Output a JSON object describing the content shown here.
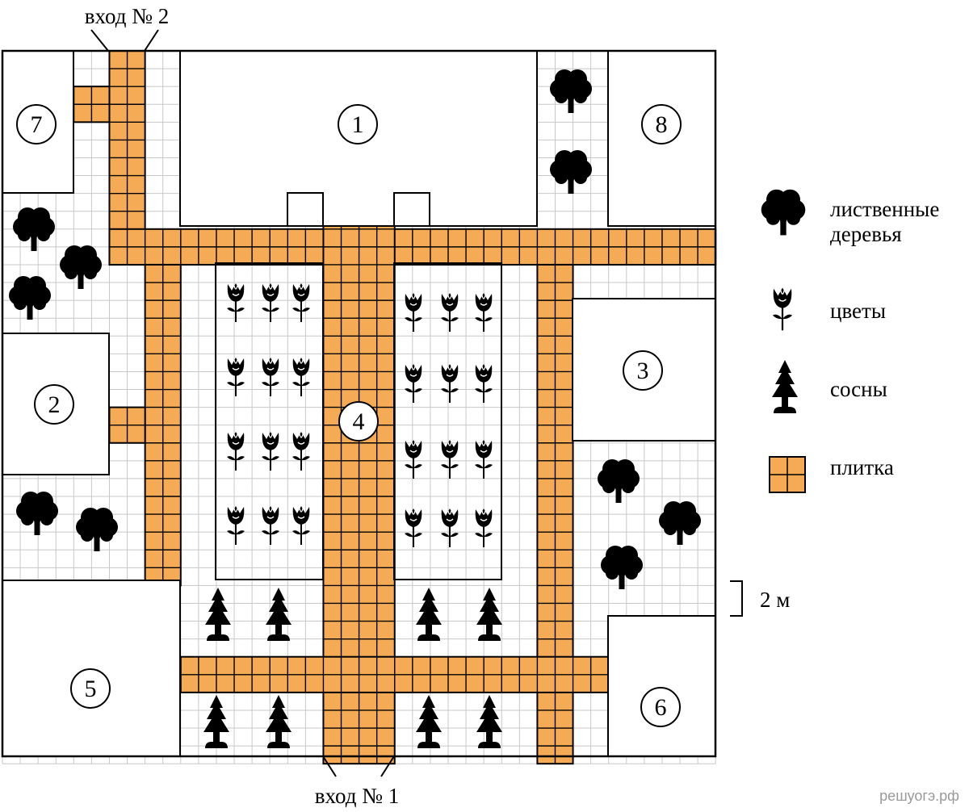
{
  "entrances": {
    "entrance_1": "вход № 1",
    "entrance_2": "вход № 2"
  },
  "zones": [
    "1",
    "2",
    "3",
    "4",
    "5",
    "6",
    "7",
    "8"
  ],
  "legend": {
    "deciduous": "лиственные деревья",
    "deciduous_line1": "лиственные",
    "deciduous_line2": "деревья",
    "flowers": "цветы",
    "pines": "сосны",
    "tiles": "плитка"
  },
  "scale": {
    "label": "2 м"
  },
  "watermark": "решуогэ.рф",
  "colors": {
    "tile": "#f5ab56",
    "grid": "#c8c8c8",
    "line": "#000000",
    "background": "#ffffff"
  }
}
